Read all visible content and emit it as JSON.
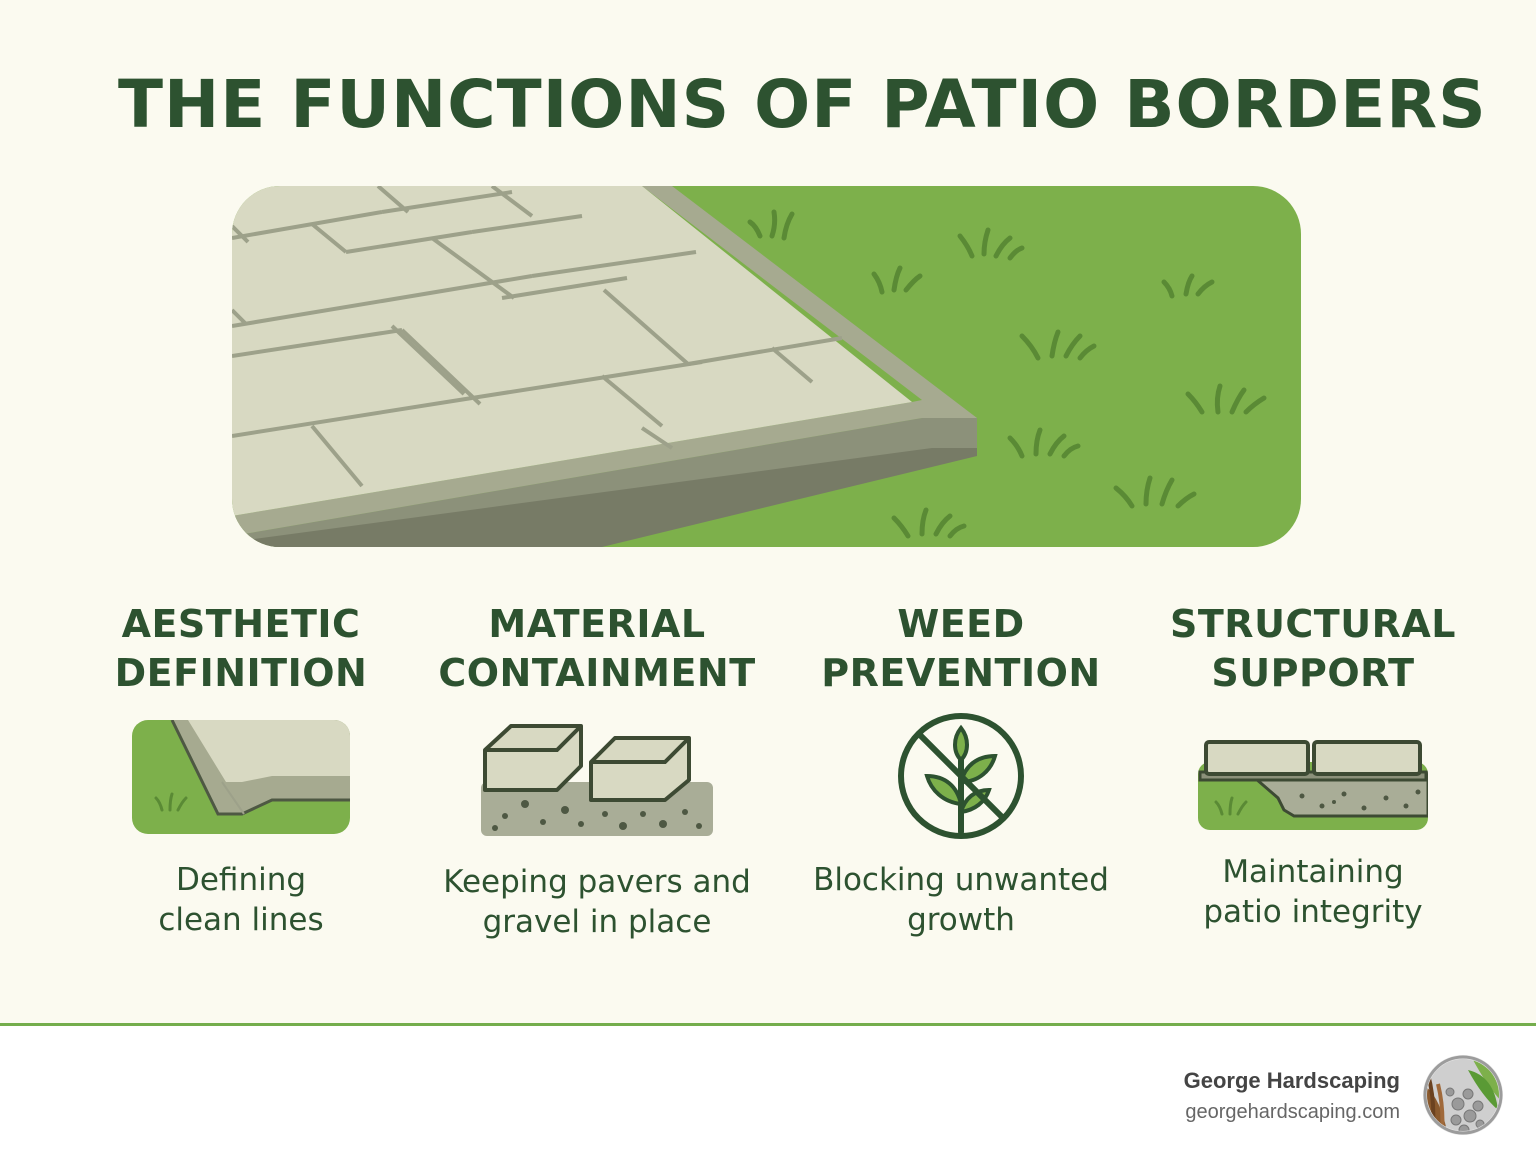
{
  "title": "THE FUNCTIONS OF PATIO BORDERS",
  "colors": {
    "background": "#fbfaf0",
    "dark_green": "#2d5230",
    "grass_green": "#7db04b",
    "paver": "#d6d7bf",
    "border_stone": "#9a9e86"
  },
  "functions": [
    {
      "title_line1": "AESTHETIC",
      "title_line2": "DEFINITION",
      "icon": "patio-edge-icon",
      "caption_line1": "Defining",
      "caption_line2": "clean lines"
    },
    {
      "title_line1": "MATERIAL",
      "title_line2": "CONTAINMENT",
      "icon": "pavers-gravel-icon",
      "caption_line1": "Keeping pavers and",
      "caption_line2": "gravel in place"
    },
    {
      "title_line1": "WEED",
      "title_line2": "PREVENTION",
      "icon": "no-weed-icon",
      "caption_line1": "Blocking unwanted",
      "caption_line2": "growth"
    },
    {
      "title_line1": "STRUCTURAL",
      "title_line2": "SUPPORT",
      "icon": "base-support-icon",
      "caption_line1": "Maintaining",
      "caption_line2": "patio integrity"
    }
  ],
  "footer": {
    "brand_name": "George Hardscaping",
    "brand_url": "georgehardscaping.com"
  }
}
